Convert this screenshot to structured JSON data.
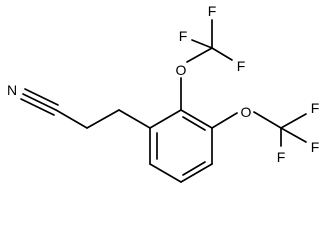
{
  "molecule": {
    "atoms": {
      "nitrile_n": "N",
      "ether_o1": "O",
      "ether_o2": "O",
      "fluorine_1a": "F",
      "fluorine_1b": "F",
      "fluorine_1c": "F",
      "fluorine_2a": "F",
      "fluorine_2b": "F",
      "fluorine_2c": "F"
    }
  }
}
